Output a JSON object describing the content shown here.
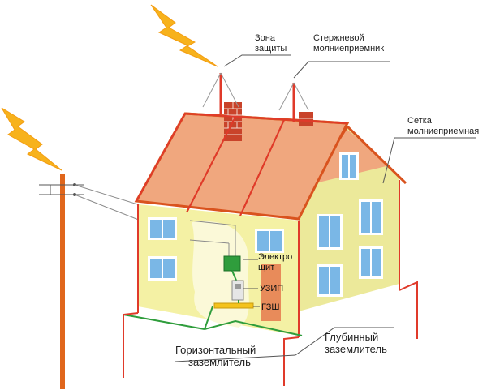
{
  "labels": {
    "protection_zone": [
      "Зона",
      "защиты"
    ],
    "rod_terminal": [
      "Стержневой",
      "молниеприемник"
    ],
    "mesh_terminal": [
      "Сетка",
      "молниеприемная"
    ],
    "panel": [
      "Электро",
      "щит"
    ],
    "surge": "УЗИП",
    "main_ground_bus": "ГЗШ",
    "horizontal_ground": [
      "Горизонтальный",
      "заземлитель"
    ],
    "deep_ground": [
      "Глубинный",
      "заземлитель"
    ]
  },
  "colors": {
    "wall": "#f4f1a4",
    "wall_side": "#ece99a",
    "roof": "#f0a77e",
    "roof_edge": "#d9531e",
    "brick": "#c9432a",
    "lightning": "#f7b21c",
    "conductor_red": "#e03a2a",
    "conductor_green": "#2f9d3c",
    "pole": "#e0661c",
    "window_glass": "#7ab7e6",
    "window_frame": "#ffffff"
  },
  "icons": [
    "lightning-bolt-icon",
    "lightning-bolt-icon"
  ]
}
